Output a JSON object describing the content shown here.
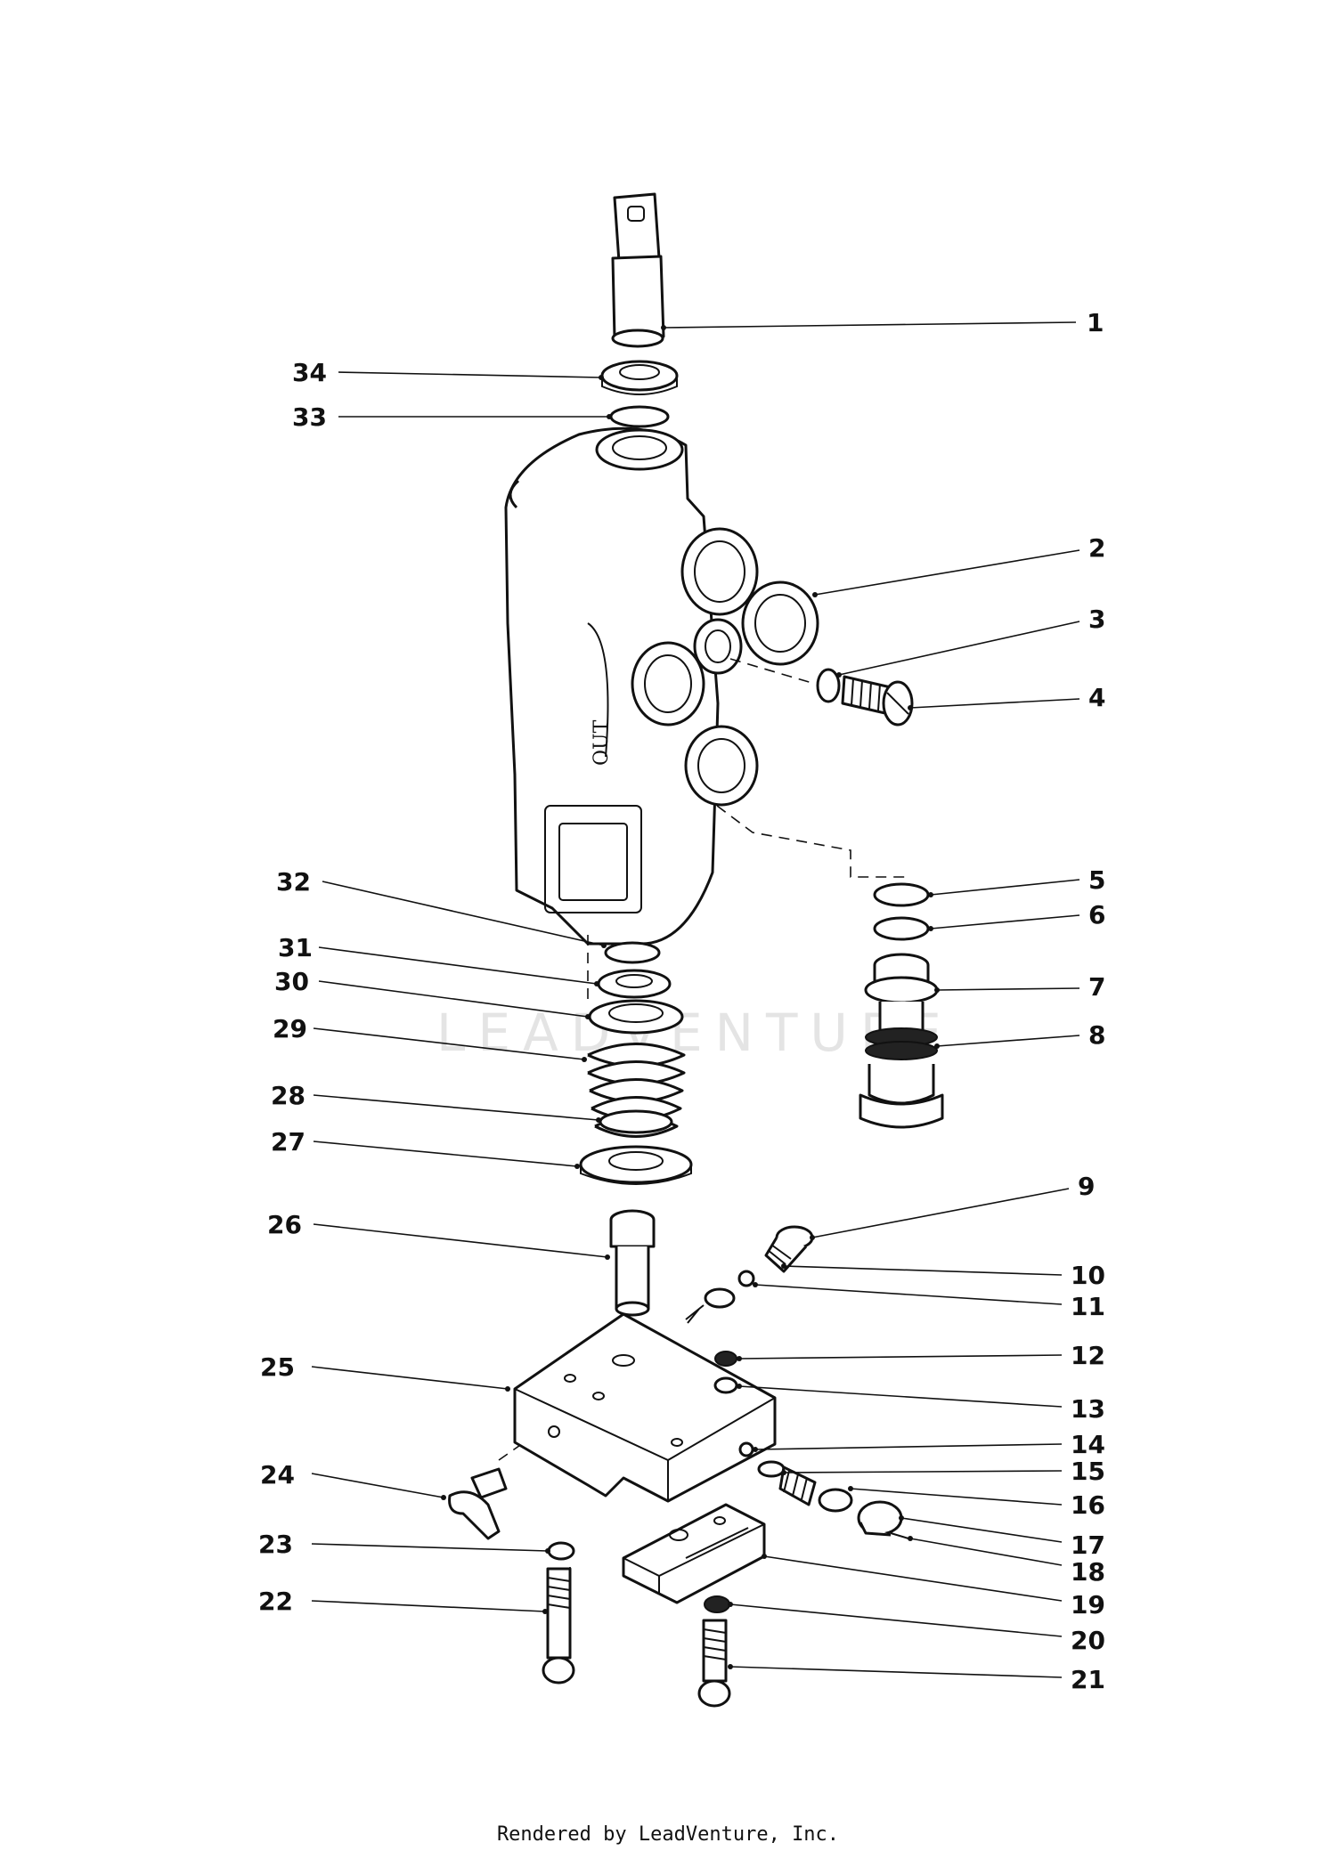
{
  "watermark": "LEADVENTURE",
  "footer": "Rendered by LeadVenture, Inc.",
  "callouts": [
    {
      "label": "1"
    },
    {
      "label": "2"
    },
    {
      "label": "3"
    },
    {
      "label": "4"
    },
    {
      "label": "5"
    },
    {
      "label": "6"
    },
    {
      "label": "7"
    },
    {
      "label": "8"
    },
    {
      "label": "9"
    },
    {
      "label": "10"
    },
    {
      "label": "11"
    },
    {
      "label": "12"
    },
    {
      "label": "13"
    },
    {
      "label": "14"
    },
    {
      "label": "15"
    },
    {
      "label": "16"
    },
    {
      "label": "17"
    },
    {
      "label": "18"
    },
    {
      "label": "19"
    },
    {
      "label": "20"
    },
    {
      "label": "21"
    },
    {
      "label": "22"
    },
    {
      "label": "23"
    },
    {
      "label": "24"
    },
    {
      "label": "25"
    },
    {
      "label": "26"
    },
    {
      "label": "27"
    },
    {
      "label": "28"
    },
    {
      "label": "29"
    },
    {
      "label": "30"
    },
    {
      "label": "31"
    },
    {
      "label": "32"
    },
    {
      "label": "33"
    },
    {
      "label": "34"
    }
  ]
}
